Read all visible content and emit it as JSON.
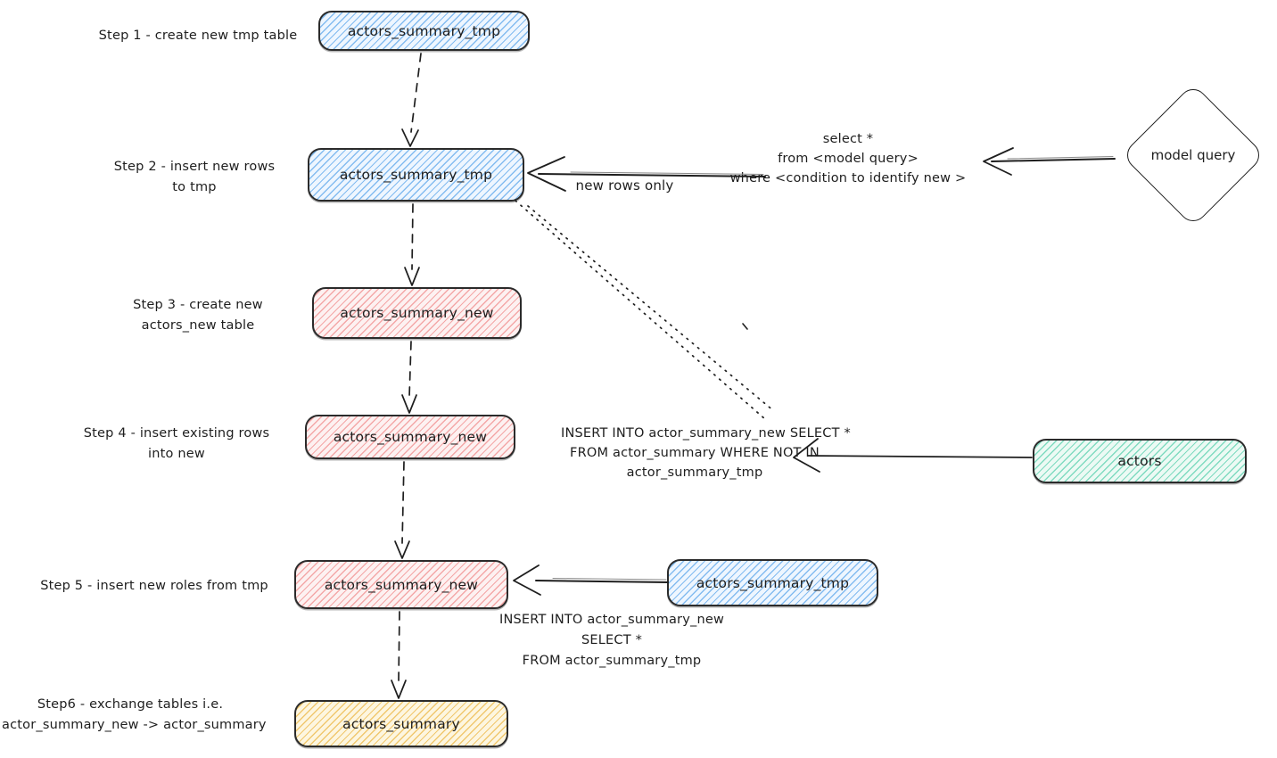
{
  "colors": {
    "stroke": "#1e1e1e",
    "blue_fill": "#a5d8ff",
    "pink_fill": "#ffc9c9",
    "teal_fill": "#96f2d7",
    "yellow_fill": "#ffec99"
  },
  "steps": [
    {
      "label1": "Step 1 - create new tmp table",
      "node": "actors_summary_tmp"
    },
    {
      "label1": "Step 2 - insert new rows",
      "label2": "to tmp",
      "node": "actors_summary_tmp"
    },
    {
      "label1": "Step 3 - create new",
      "label2": "actors_new table",
      "node": "actors_summary_new"
    },
    {
      "label1": "Step 4 - insert existing rows",
      "label2": "into new",
      "node": "actors_summary_new"
    },
    {
      "label1": "Step 5 - insert new roles from tmp",
      "node": "actors_summary_new"
    },
    {
      "label1": "Step6 - exchange tables i.e.",
      "label2": "actor_summary_new -> actor_summary",
      "node": "actors_summary"
    }
  ],
  "side_nodes": {
    "model_query": "model query",
    "actors": "actors",
    "tmp_source": "actors_summary_tmp"
  },
  "annotations": {
    "new_rows_only": "new rows only",
    "select_query": {
      "l1": "select *",
      "l2": "from <model query>",
      "l3": "where <condition to identify new >"
    },
    "insert_existing": {
      "l1": "INSERT INTO actor_summary_new SELECT *",
      "l2": "FROM actor_summary WHERE NOT IN",
      "l3": "actor_summary_tmp"
    },
    "insert_new": {
      "l1": "INSERT INTO actor_summary_new",
      "l2": "SELECT *",
      "l3": "FROM actor_summary_tmp"
    }
  }
}
